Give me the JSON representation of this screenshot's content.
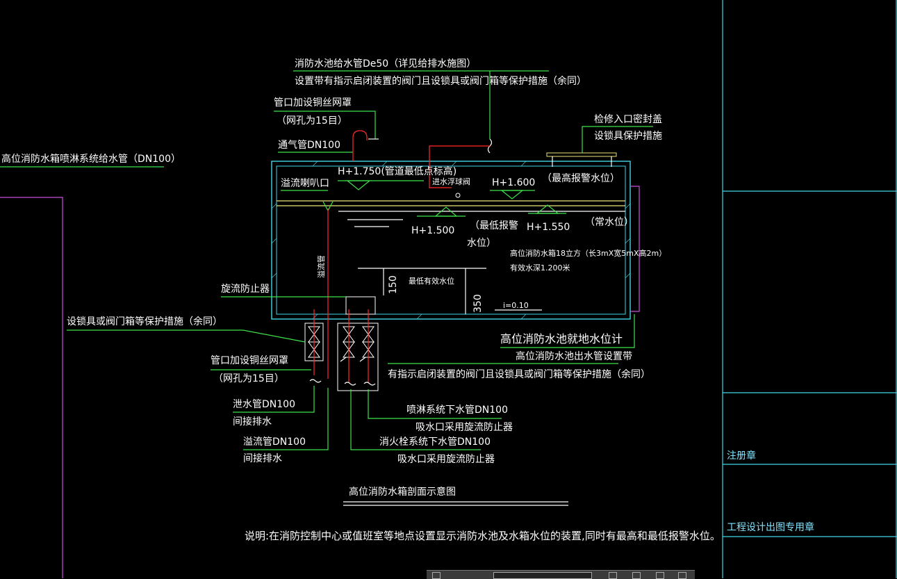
{
  "labels": {
    "supply_pipe": "消防水池给水管De50（详见给排水施图）",
    "valve_note": "设置带有指示启闭装置的阀门且设锁具或阀门箱等保护措施（余同）",
    "pipe_mesh": "管口加设铜丝网罩",
    "mesh_hole": "（网孔为15目）",
    "vent_pipe": "通气管DN100",
    "sprinkler_supply": "高位消防水箱喷淋系统给水管（DN100）",
    "manhole_1": "检修入口密封盖",
    "manhole_2": "设锁具保护措施",
    "h1750": "H+1.750(管道最低点标高)",
    "float_valve": "进水浮球阀",
    "h1600": "H+1.600",
    "max_alarm": "（最高报警水位）",
    "overflow_mouth": "溢流喇叭口",
    "h1500": "H+1.500",
    "min_alarm_1": "（最低报警",
    "min_alarm_2": "水位）",
    "h1550": "H+1.550",
    "normal_level": "（常水位）",
    "tank_volume": "高位消防水箱18立方（长3mX宽5mX高2m）",
    "effective_depth": "有效水深1.200米",
    "overflow_pipe_v": "溢流管",
    "min_effective": "最低有效水位",
    "dim_150": "150",
    "dim_350": "350",
    "slope": "i=0.10",
    "vortex_preventer": "旋流防止器",
    "lock_note": "设锁具或阀门箱等保护措施（余同）",
    "level_gauge": "高位消防水池就地水位计",
    "outlet_band": "高位消防水池出水管设置带",
    "outlet_valve_note": "有指示启闭装置的阀门且设锁具或阀门箱等保护措施（余同）",
    "mesh_2": "管口加设铜丝网罩",
    "mesh_hole_2": "（网孔为15目）",
    "drain_pipe": "泄水管DN100",
    "drain_indirect": "间接排水",
    "overflow_pipe": "溢流管DN100",
    "overflow_indirect": "间接排水",
    "sprinkler_down": "喷淋系统下水管DN100",
    "suction_1": "吸水口采用旋流防止器",
    "hydrant_down": "消火栓系统下水管DN100",
    "suction_2": "吸水口采用旋流防止器",
    "title": "高位消防水箱剖面示意图",
    "note": "说明:在消防控制中心或值班室等地点设置显示消防水池及水箱水位的装置,同时有最高和最低报警水位。"
  },
  "title_block": {
    "registration_seal": "注册章",
    "design_seal": "工程设计出图专用章"
  },
  "colors": {
    "background": "#000000",
    "leader": "#3ee34a",
    "pipe": "#ff2a2a",
    "tank": "#41d6e8",
    "frame": "#c94fd8",
    "water": "#f0e27a",
    "text": "#ffffff"
  }
}
